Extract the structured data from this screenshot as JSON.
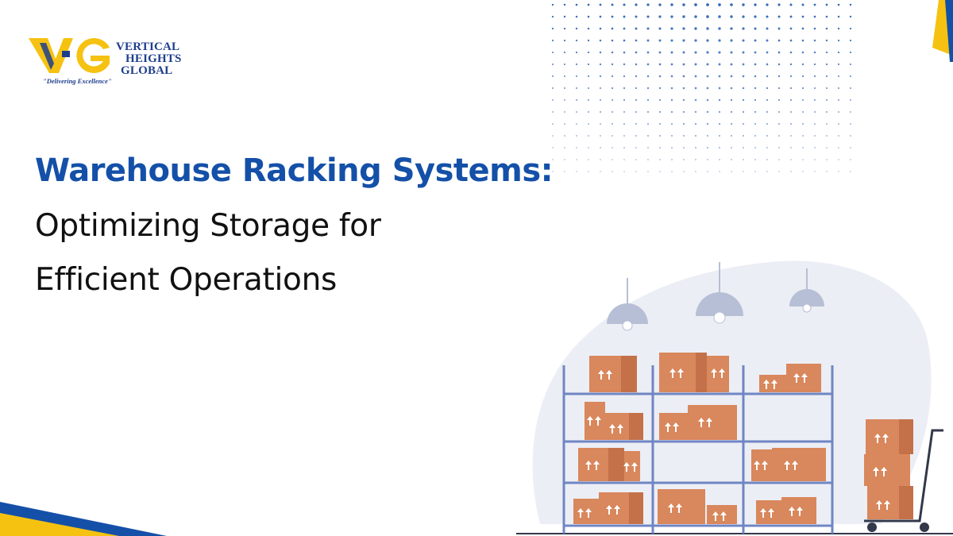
{
  "logo": {
    "mark_letters": "VG",
    "word_1": "VERTICAL",
    "word_2": "HEIGHTS",
    "word_3": "GLOBAL",
    "tagline": "\"Delivering Excellence\""
  },
  "headline": {
    "title": "Warehouse Racking Systems:",
    "subtitle_line_1": "Optimizing Storage for",
    "subtitle_line_2": "Efficient Operations"
  },
  "colors": {
    "brand_blue": "#1450a8",
    "brand_yellow": "#f5c211",
    "box_orange": "#d9875c",
    "rack_blue": "#6f86c4",
    "blob_gray": "#eceef5"
  },
  "icons": {
    "box_label": "this-side-up-arrows-icon",
    "lamp": "ceiling-lamp-icon",
    "cart": "hand-trolley-icon"
  }
}
